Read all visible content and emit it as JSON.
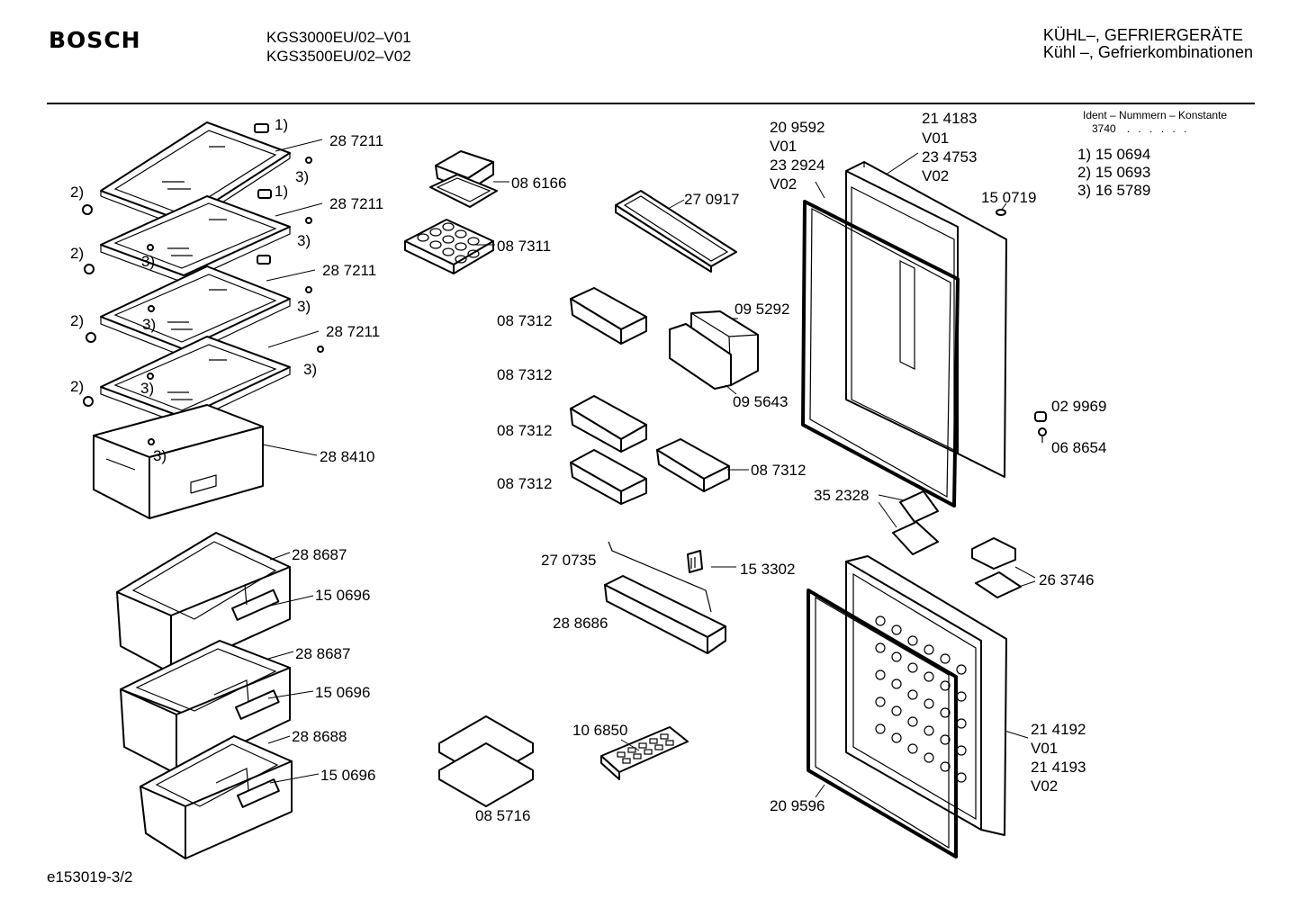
{
  "header": {
    "brand": "BOSCH",
    "models": [
      "KGS3000EU/02–V01",
      "KGS3500EU/02–V02"
    ],
    "category": [
      "KÜHL–, GEFRIERGERÄTE",
      "Kühl –, Gefrierkombinationen"
    ]
  },
  "ident": {
    "title": "Ident – Nummern – Konstante",
    "value": "3740",
    "dots": ". . . . . ."
  },
  "footnotes": [
    "1) 15 0694",
    "2) 15 0693",
    "3) 16 5789"
  ],
  "doc_id": "e153019-3/2",
  "labels": {
    "l287211a": "28 7211",
    "l287211b": "28 7211",
    "l287211c": "28 7211",
    "l287211d": "28 7211",
    "l288410": "28 8410",
    "l288687a": "28 8687",
    "l288687b": "28 8687",
    "l288688": "28 8688",
    "l150696a": "15 0696",
    "l150696b": "15 0696",
    "l150696c": "15 0696",
    "l086166": "08 6166",
    "l087311": "08 7311",
    "l270917": "27 0917",
    "l087312a": "08 7312",
    "l087312b": "08 7312",
    "l087312c": "08 7312",
    "l087312d": "08 7312",
    "l087312e": "08 7312",
    "l095292": "09 5292",
    "l095643": "09 5643",
    "l270735": "27 0735",
    "l153302": "15 3302",
    "l288686": "28 8686",
    "l106850": "10 6850",
    "l085716": "08 5716",
    "l209592": "20 9592",
    "v01a": "V01",
    "l232924": "23 2924",
    "v02a": "V02",
    "l214183": "21 4183",
    "v01b": "V01",
    "l234753": "23 4753",
    "v02b": "V02",
    "l150719": "15 0719",
    "l029969": "02 9969",
    "l068654": "06 8654",
    "l352328": "35 2328",
    "l263746": "26 3746",
    "l214192": "21 4192",
    "v01c": "V01",
    "l214193": "21 4193",
    "v02c": "V02",
    "l209596": "20 9596",
    "n1a": "1)",
    "n1b": "1)",
    "n2a": "2)",
    "n2b": "2)",
    "n2c": "2)",
    "n2d": "2)",
    "n3a": "3)",
    "n3b": "3)",
    "n3c": "3)",
    "n3d": "3)",
    "n3e": "3)",
    "n3f": "3)",
    "n3g": "3)",
    "n3h": "3)"
  }
}
